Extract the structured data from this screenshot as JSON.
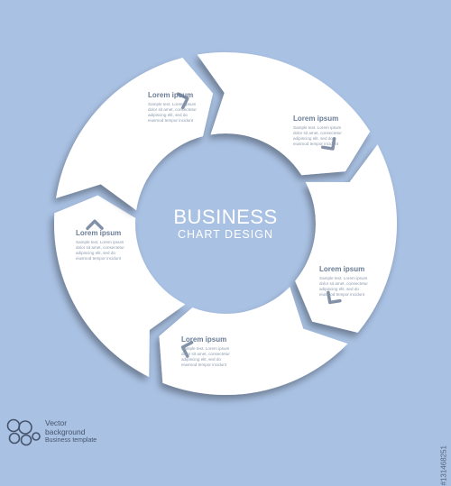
{
  "colors": {
    "background": "#a9c1e3",
    "segment": "#ffffff",
    "shadow": "#5b7496",
    "chevron": "#8391a8",
    "heading": "#6a7d96",
    "body_text": "#8c9aad"
  },
  "center": {
    "title": "BUSINESS",
    "subtitle": "CHART DESIGN"
  },
  "segments": [
    {
      "title": "Lorem ipsum",
      "text": "Sample text. Lorem ipsum\ndolor sit amet, consectetur\nadipiscing elit, sed do\neiusmod tempor incidunt"
    },
    {
      "title": "Lorem ipsum",
      "text": "Sample text. Lorem ipsum\ndolor sit amet, consectetur\nadipiscing elit, sed do\neiusmod tempor incidunt"
    },
    {
      "title": "Lorem ipsum",
      "text": "Sample text. Lorem ipsum\ndolor sit amet, consectetur\nadipiscing elit, sed do\neiusmod tempor incidunt"
    },
    {
      "title": "Lorem ipsum",
      "text": "Sample text. Lorem ipsum\ndolor sit amet, consectetur\nadipiscing elit, sed do\neiusmod tempor incidunt"
    },
    {
      "title": "Lorem ipsum",
      "text": "Sample text. Lorem ipsum\ndolor sit amet, consectetur\nadipiscing elit, sed do\neiusmod tempor incidunt"
    }
  ],
  "footer": {
    "line1": "Vector",
    "line2": "background",
    "line3": "Business template",
    "icon": "vector-ai-eps-icon"
  },
  "watermark_id": "#131468251"
}
